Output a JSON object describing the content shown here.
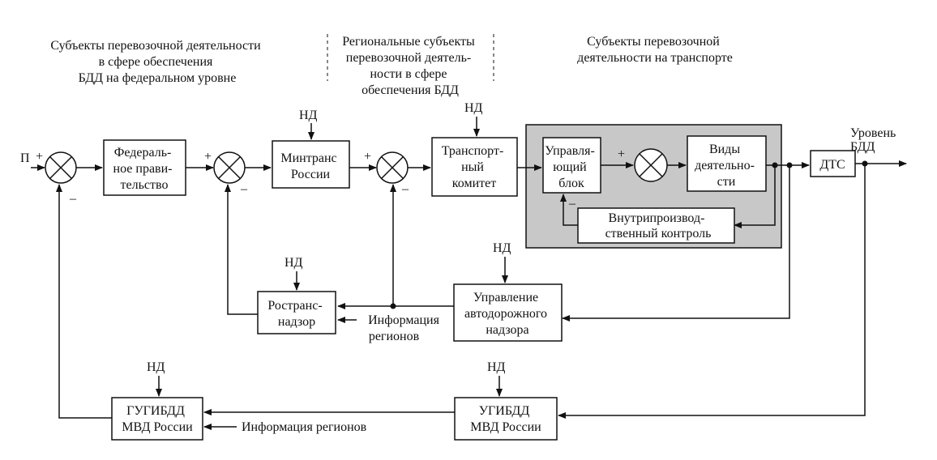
{
  "headers": {
    "federal": [
      "Субъекты перевозочной деятельности",
      "в сфере обеспечения",
      "БДД на федеральном уровне"
    ],
    "regional": [
      "Региональные субъекты",
      "перевозочной деятель-",
      "ности в сфере",
      "обеспечения БДД"
    ],
    "transport": [
      "Субъекты перевозочной",
      "деятельности на транспорте"
    ]
  },
  "input_label": "П",
  "output_label": [
    "Уровень",
    "БДД"
  ],
  "nd_label": "НД",
  "plus": "+",
  "minus": "–",
  "boxes": {
    "fed_gov": [
      "Федераль-",
      "ное прави-",
      "тельство"
    ],
    "mintrans": [
      "Минтранс",
      "России"
    ],
    "transport_committee": [
      "Транспорт-",
      "ный",
      "комитет"
    ],
    "control_unit": [
      "Управля-",
      "ющий",
      "блок"
    ],
    "activities": [
      "Виды",
      "деятельно-",
      "сти"
    ],
    "internal_control": [
      "Внутрипроизвод-",
      "ственный контроль"
    ],
    "dts": [
      "ДТС"
    ],
    "rostransnadzor": [
      "Ространс-",
      "надзор"
    ],
    "road_supervision": [
      "Управление",
      "автодорожного",
      "надзора"
    ],
    "gugibdd": [
      "ГУГИБДД",
      "МВД России"
    ],
    "ugibdd": [
      "УГИБДД",
      "МВД России"
    ]
  },
  "info_regions_upper": [
    "Информация",
    "регионов"
  ],
  "info_regions_lower": "Информация регионов",
  "colors": {
    "shaded_block": "#c8c8c8",
    "stroke": "#111111"
  }
}
